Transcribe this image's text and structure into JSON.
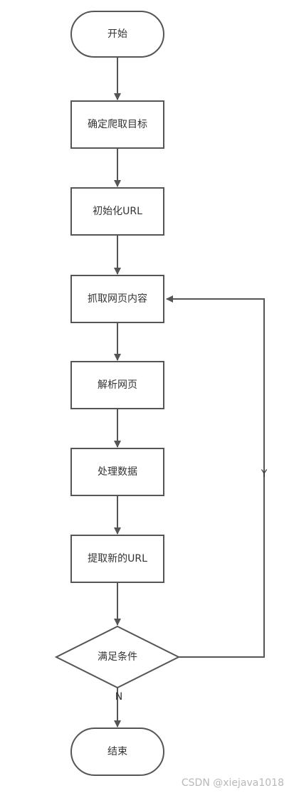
{
  "nodes": {
    "start": "开始",
    "determine_target": "确定爬取目标",
    "init_url": "初始化URL",
    "fetch_page": "抓取网页内容",
    "parse_page": "解析网页",
    "process_data": "处理数据",
    "extract_new_url": "提取新的URL",
    "condition": "满足条件",
    "end": "结束"
  },
  "edge_labels": {
    "yes": "Y",
    "no": "N"
  },
  "watermark": "CSDN @xiejava1018",
  "colors": {
    "stroke": "#555555",
    "text": "#333333",
    "watermark": "#b8b8b8",
    "background": "#ffffff"
  }
}
